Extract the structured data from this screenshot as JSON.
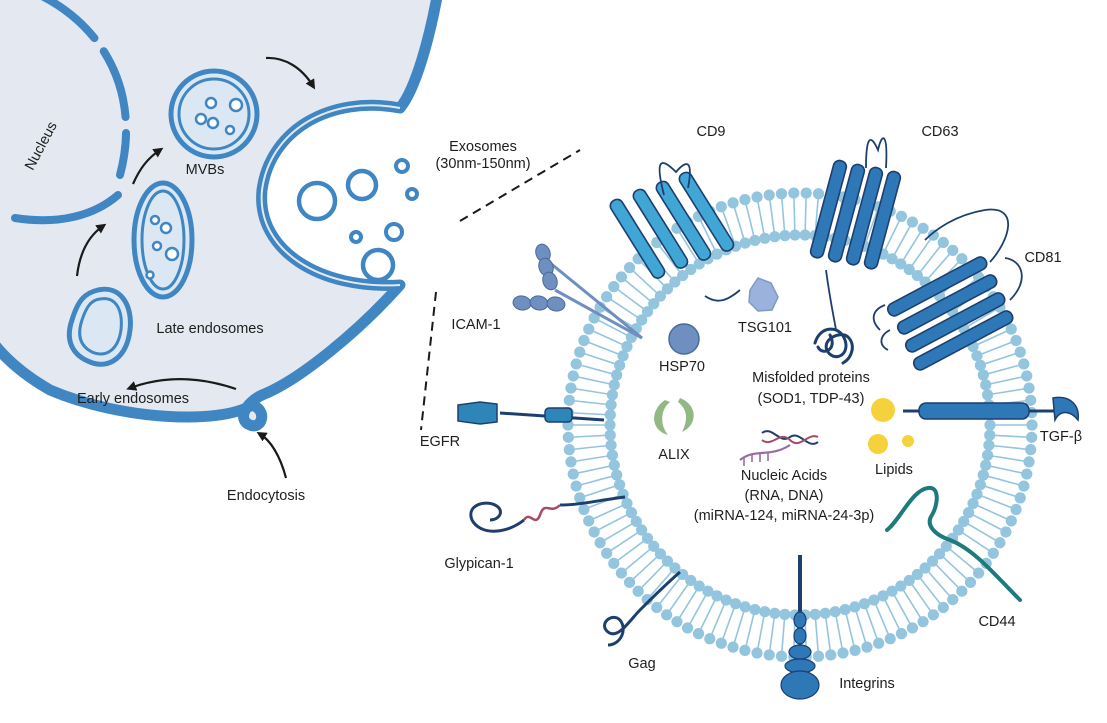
{
  "colors": {
    "cell_fill": "#e4e9f1",
    "cell_stroke": "#3f86c3",
    "vesicle_fill": "#dbe8f4",
    "bilayer": "#94c5de",
    "protein_light": "#3fa6d6",
    "protein_mid": "#2e78b8",
    "protein_dark": "#1d3f6e",
    "teal": "#1f7a7c",
    "hsp70": "#6f8fc0",
    "tsg101": "#9ab2dc",
    "alix": "#93b886",
    "lipid": "#f5d23c",
    "rna_purple": "#9d6aa8",
    "rna_red": "#a64b63",
    "text": "#1e1e1e"
  },
  "cell": {
    "nucleus": "Nucleus",
    "mvbs": "MVBs",
    "late_endosomes": "Late endosomes",
    "early_endosomes": "Early endosomes",
    "endocytosis": "Endocytosis",
    "exosomes": "Exosomes",
    "exosomes_size": "(30nm-150nm)"
  },
  "exosome": {
    "cd9": "CD9",
    "cd63": "CD63",
    "cd81": "CD81",
    "icam1": "ICAM-1",
    "tsg101": "TSG101",
    "hsp70": "HSP70",
    "misfolded_1": "Misfolded proteins",
    "misfolded_2": "(SOD1, TDP-43)",
    "egfr": "EGFR",
    "alix": "ALIX",
    "tgfb": "TGF-β",
    "lipids": "Lipids",
    "nucleic_1": "Nucleic Acids",
    "nucleic_2": "(RNA, DNA)",
    "nucleic_3": "(miRNA-124, miRNA-24-3p)",
    "glypican": "Glypican-1",
    "cd44": "CD44",
    "gag": "Gag",
    "integrins": "Integrins"
  }
}
